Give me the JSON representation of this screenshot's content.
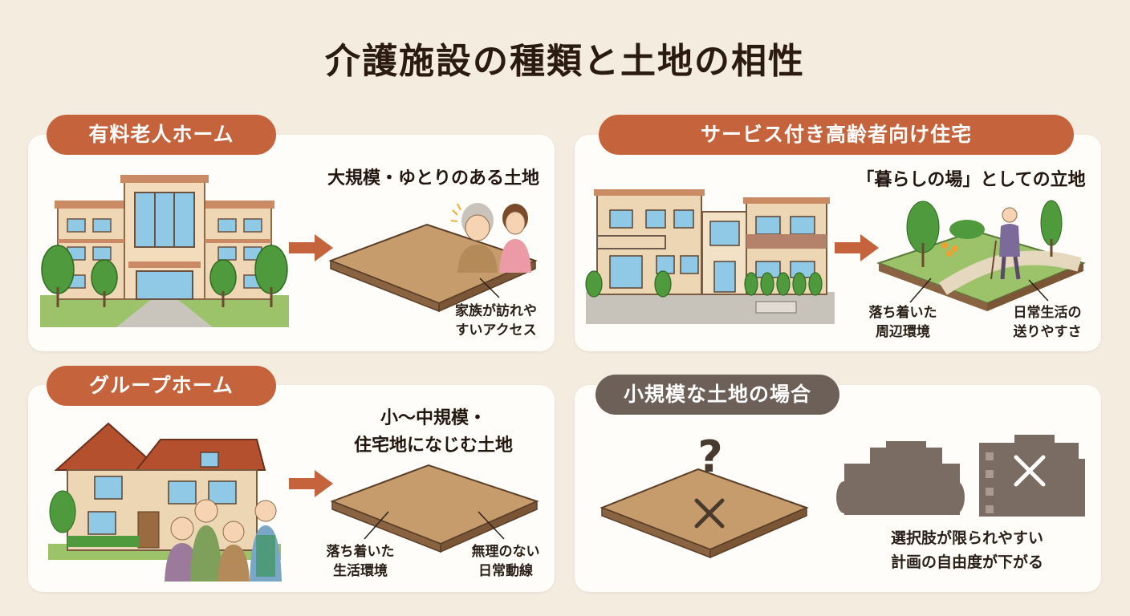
{
  "title": "介護施設の種類と土地の相性",
  "colors": {
    "background": "#f5ece0",
    "accent": "#c4633c",
    "muted": "#6c6058",
    "land": "#c69c6d"
  },
  "panels": {
    "yuryo": {
      "label": "有料老人ホーム",
      "heading": "大規模・ゆとりのある土地",
      "callout": [
        "家族が訪れや",
        "すいアクセス"
      ]
    },
    "sakoju": {
      "label": "サービス付き高齢者向け住宅",
      "heading": "「暮らしの場」としての立地",
      "callout_left": [
        "落ち着いた",
        "周辺環境"
      ],
      "callout_right": [
        "日常生活の",
        "送りやすさ"
      ]
    },
    "group": {
      "label": "グループホーム",
      "heading": [
        "小〜中規模・",
        "住宅地になじむ土地"
      ],
      "callout_left": [
        "落ち着いた",
        "生活環境"
      ],
      "callout_right": [
        "無理のない",
        "日常動線"
      ]
    },
    "small": {
      "label": "小規模な土地の場合",
      "question": "?",
      "note": [
        "選択肢が限られやすい",
        "計画の自由度が下がる"
      ]
    }
  },
  "icons": [
    "large-facility-illustration",
    "arrow-right-icon",
    "land-plot-icon",
    "elderly-family-illustration",
    "apartment-illustration",
    "park-walk-illustration",
    "house-illustration",
    "caregiver-group-illustration",
    "question-mark-icon",
    "cross-mark-icon",
    "building-silhouette-icon"
  ]
}
